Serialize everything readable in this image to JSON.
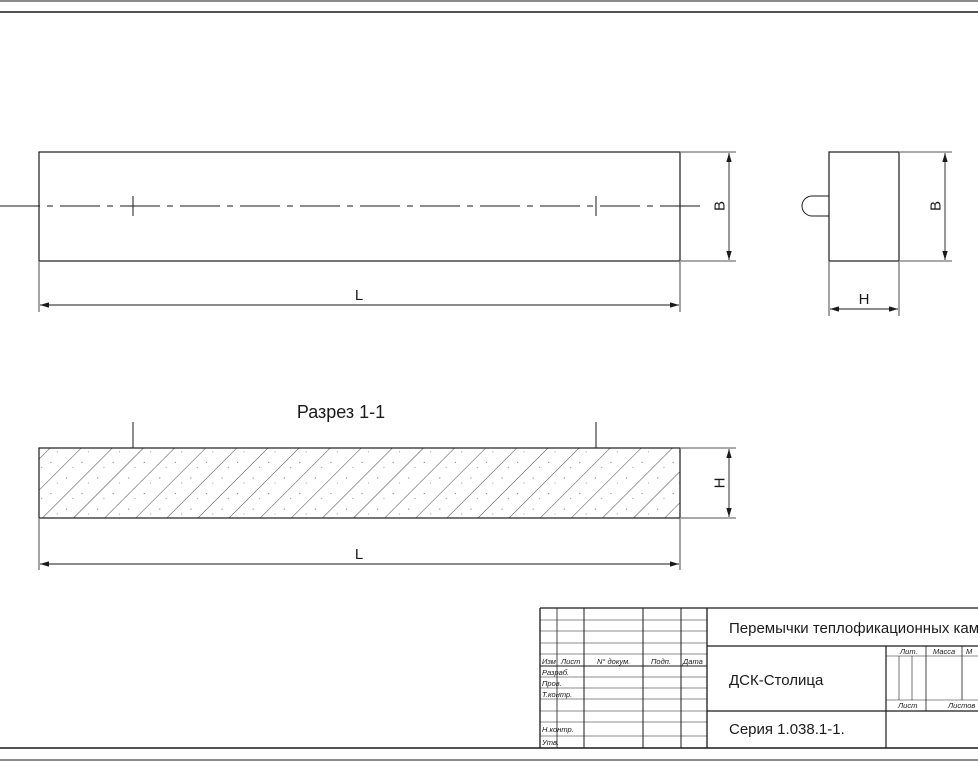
{
  "drawing": {
    "dimensions": {
      "front_height": "B",
      "front_length": "L",
      "side_height": "B",
      "side_width": "H",
      "section_height": "H",
      "section_length": "L"
    },
    "section_title": "Разрез 1-1"
  },
  "title_block": {
    "headers": {
      "izm": "Изм",
      "list": "Лист",
      "doc_no": "N° докум.",
      "sign": "Подп.",
      "date": "Дата"
    },
    "roles": {
      "developer": "Разраб.",
      "checked": "Пров.",
      "tech_control": "Т.контр.",
      "norm_control": "Н.контр.",
      "approved": "Утв."
    },
    "title": "Перемычки теплофикационных каме",
    "company": "ДСК-Столица",
    "series": "Серия 1.038.1-1.",
    "right_labels": {
      "lit": "Лит.",
      "mass": "Масса",
      "scale": "М",
      "sheet": "Лист",
      "sheets": "Листов"
    }
  }
}
